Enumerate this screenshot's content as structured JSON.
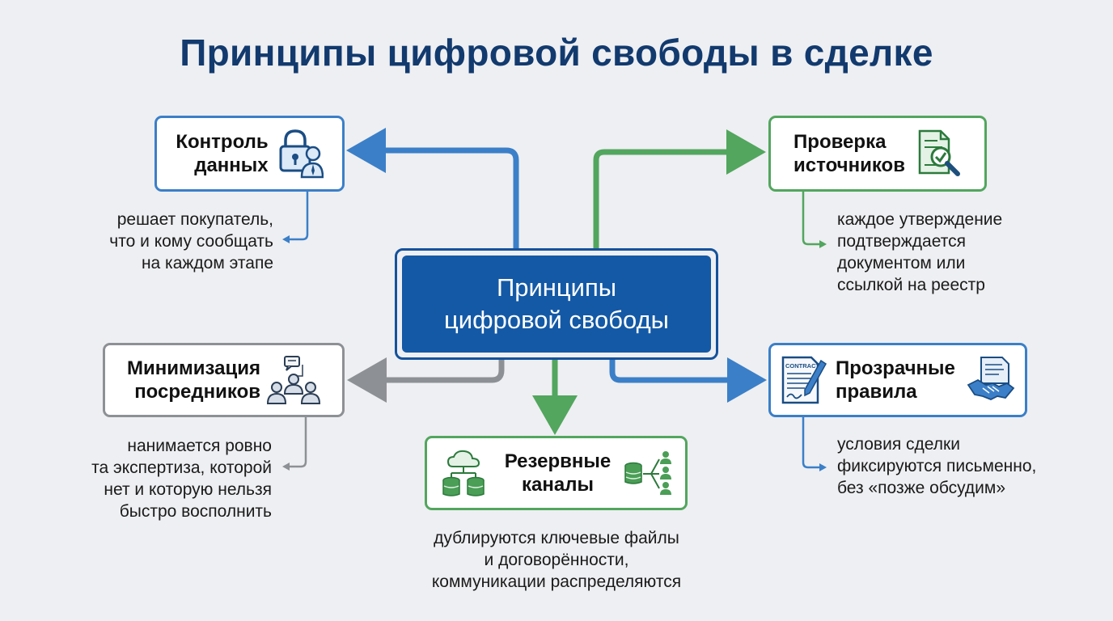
{
  "title": "Принципы цифровой свободы в сделке",
  "center": {
    "line1": "Принципы",
    "line2": "цифровой свободы"
  },
  "nodes": {
    "control": {
      "line1": "Контроль",
      "line2": "данных",
      "desc": [
        "решает покупатель,",
        "что и кому сообщать",
        "на каждом этапе"
      ]
    },
    "sources": {
      "line1": "Проверка",
      "line2": "источников",
      "desc": [
        "каждое утверждение",
        "подтверждается",
        "документом или",
        "ссылкой на реестр"
      ]
    },
    "minimize": {
      "line1": "Минимизация",
      "line2": "посредников",
      "desc": [
        "нанимается ровно",
        "та экспертиза, которой",
        "нет и которую нельзя",
        "быстро восполнить"
      ]
    },
    "rules": {
      "line1": "Прозрачные",
      "line2": "правила",
      "doc_text": "CONTRACT",
      "desc": [
        "условия сделки",
        "фиксируются письменно,",
        "без «позже обсудим»"
      ]
    },
    "backup": {
      "line1": "Резервные",
      "line2": "каналы",
      "desc": [
        "дублируются ключевые файлы",
        "и договорённости,",
        "коммуникации распределяются"
      ]
    }
  },
  "colors": {
    "blue": "#3b7fc8",
    "green": "#52a65e",
    "gray": "#8d9095",
    "navy": "#1459a6",
    "title": "#123a6e"
  },
  "icons": [
    "lock-user-icon",
    "document-check-icon",
    "team-chat-icon",
    "contract-pen-icon",
    "handshake-document-icon",
    "cloud-database-icon",
    "database-share-icon"
  ]
}
